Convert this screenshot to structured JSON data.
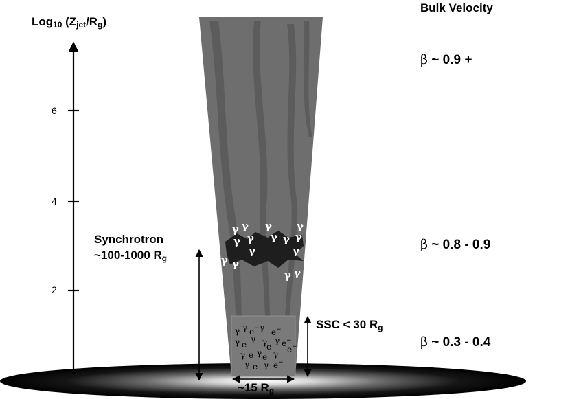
{
  "axis": {
    "label_prefix": "Log",
    "label_base": "10",
    "label_open": " (Z",
    "label_sub1": "jet",
    "label_mid": "/R",
    "label_sub2": "g",
    "label_close": ")",
    "ticks": [
      "6",
      "4",
      "2"
    ]
  },
  "velocity": {
    "heading": "Bulk Velocity",
    "symbol": "β",
    "outer": " ~ 0.9 +",
    "middle": " ~ 0.8 - 0.9",
    "inner": " ~ 0.3 - 0.4"
  },
  "synchrotron": {
    "title": "Synchrotron",
    "size_prefix": "~100-1000 R",
    "size_sub": "g"
  },
  "ssc": {
    "prefix": "SSC < 30 R",
    "sub": "g"
  },
  "base": {
    "prefix": "~15 R",
    "sub": "g"
  },
  "symbols": {
    "gamma": "γ",
    "electron": "e",
    "electron_sup": "−"
  },
  "colors": {
    "jet": "#6e6e6e",
    "jet_streak": "#5a5a5a",
    "disk_dark": "#000000",
    "disk_light": "#ffffff"
  }
}
